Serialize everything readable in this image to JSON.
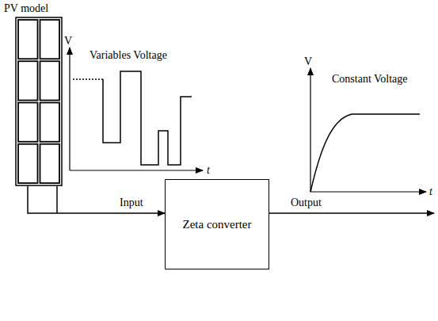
{
  "diagram": {
    "nodes": [
      {
        "text": [
          "PV model"
        ]
      },
      {
        "text": [
          "Zeta converter"
        ]
      }
    ],
    "edges": [
      {
        "from": 0,
        "to": 1,
        "label": "Input",
        "arrow": "to"
      }
    ],
    "labels": [
      "V",
      "Variables Voltage",
      "t",
      "V",
      "Constant Voltage",
      "t",
      "Output"
    ]
  }
}
